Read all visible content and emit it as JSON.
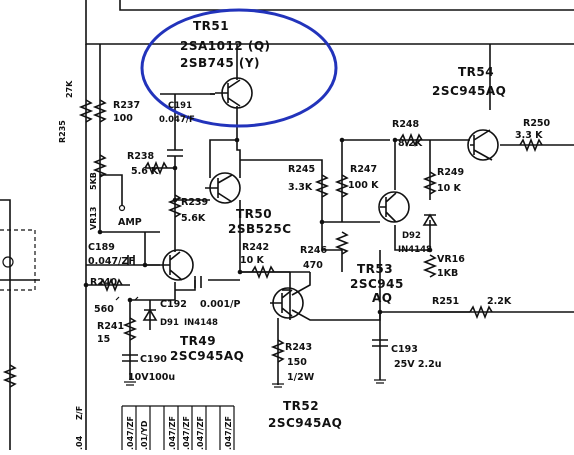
{
  "annotation": {
    "color": "#2233bb"
  },
  "components": {
    "tr51": {
      "ref": "TR51",
      "part1": "2SA1012 (Q)",
      "part2": "2SB745 (Y)"
    },
    "tr54": {
      "ref": "TR54",
      "part": "2SC945AQ"
    },
    "tr50": {
      "ref": "TR50",
      "part": "2SB525C"
    },
    "tr49": {
      "ref": "TR49",
      "part": "2SC945AQ"
    },
    "tr53": {
      "ref": "TR53",
      "part": "2SC945",
      "suffix": "AQ"
    },
    "tr52": {
      "ref": "TR52",
      "part": "2SC945AQ"
    },
    "r237": {
      "ref": "R237",
      "value": "100"
    },
    "c191": {
      "ref": "C191",
      "value": "0.047/F"
    },
    "r238": {
      "ref": "R238",
      "value": "5.6 K"
    },
    "vr13": {
      "ref": "VR13",
      "value": "5KB"
    },
    "amp": {
      "label": "AMP"
    },
    "r239": {
      "ref": "R239",
      "value": "5.6K"
    },
    "c189": {
      "ref": "C189",
      "value": "0.047/ZF"
    },
    "r240": {
      "ref": "R240",
      "value": "560"
    },
    "r241": {
      "ref": "R241",
      "value": "15"
    },
    "c190": {
      "ref": "C190",
      "value": "10V100u"
    },
    "c192": {
      "ref": "C192",
      "value": "0.001/P"
    },
    "d91": {
      "ref": "D91",
      "value": "IN4148"
    },
    "r242": {
      "ref": "R242",
      "value": "10 K"
    },
    "r243": {
      "ref": "R243",
      "value": "150",
      "rating": "1/2W"
    },
    "r245": {
      "ref": "R245",
      "value": "3.3K"
    },
    "r246": {
      "ref": "R246",
      "value": "470"
    },
    "r247": {
      "ref": "R247",
      "value": "100 K"
    },
    "r248": {
      "ref": "R248",
      "value": "8.2K"
    },
    "r249": {
      "ref": "R249",
      "value": "10 K"
    },
    "r250": {
      "ref": "R250",
      "value": "3.3 K"
    },
    "r251": {
      "ref": "R251",
      "value": "2.2K"
    },
    "d92": {
      "ref": "D92",
      "value": "IN4148"
    },
    "vr16": {
      "ref": "VR16",
      "value": "1KB"
    },
    "c193": {
      "ref": "C193",
      "value": "25V 2.2u"
    },
    "edge": {
      "r27k": "27K",
      "r235": "R235"
    },
    "bottom_caps": [
      ".047/ZF",
      ".01/YD",
      ".047/ZF",
      ".047/ZF",
      ".047/ZF",
      ".047/ZF"
    ],
    "left_marks": {
      "a": ".04",
      "b": "Z/F"
    }
  }
}
